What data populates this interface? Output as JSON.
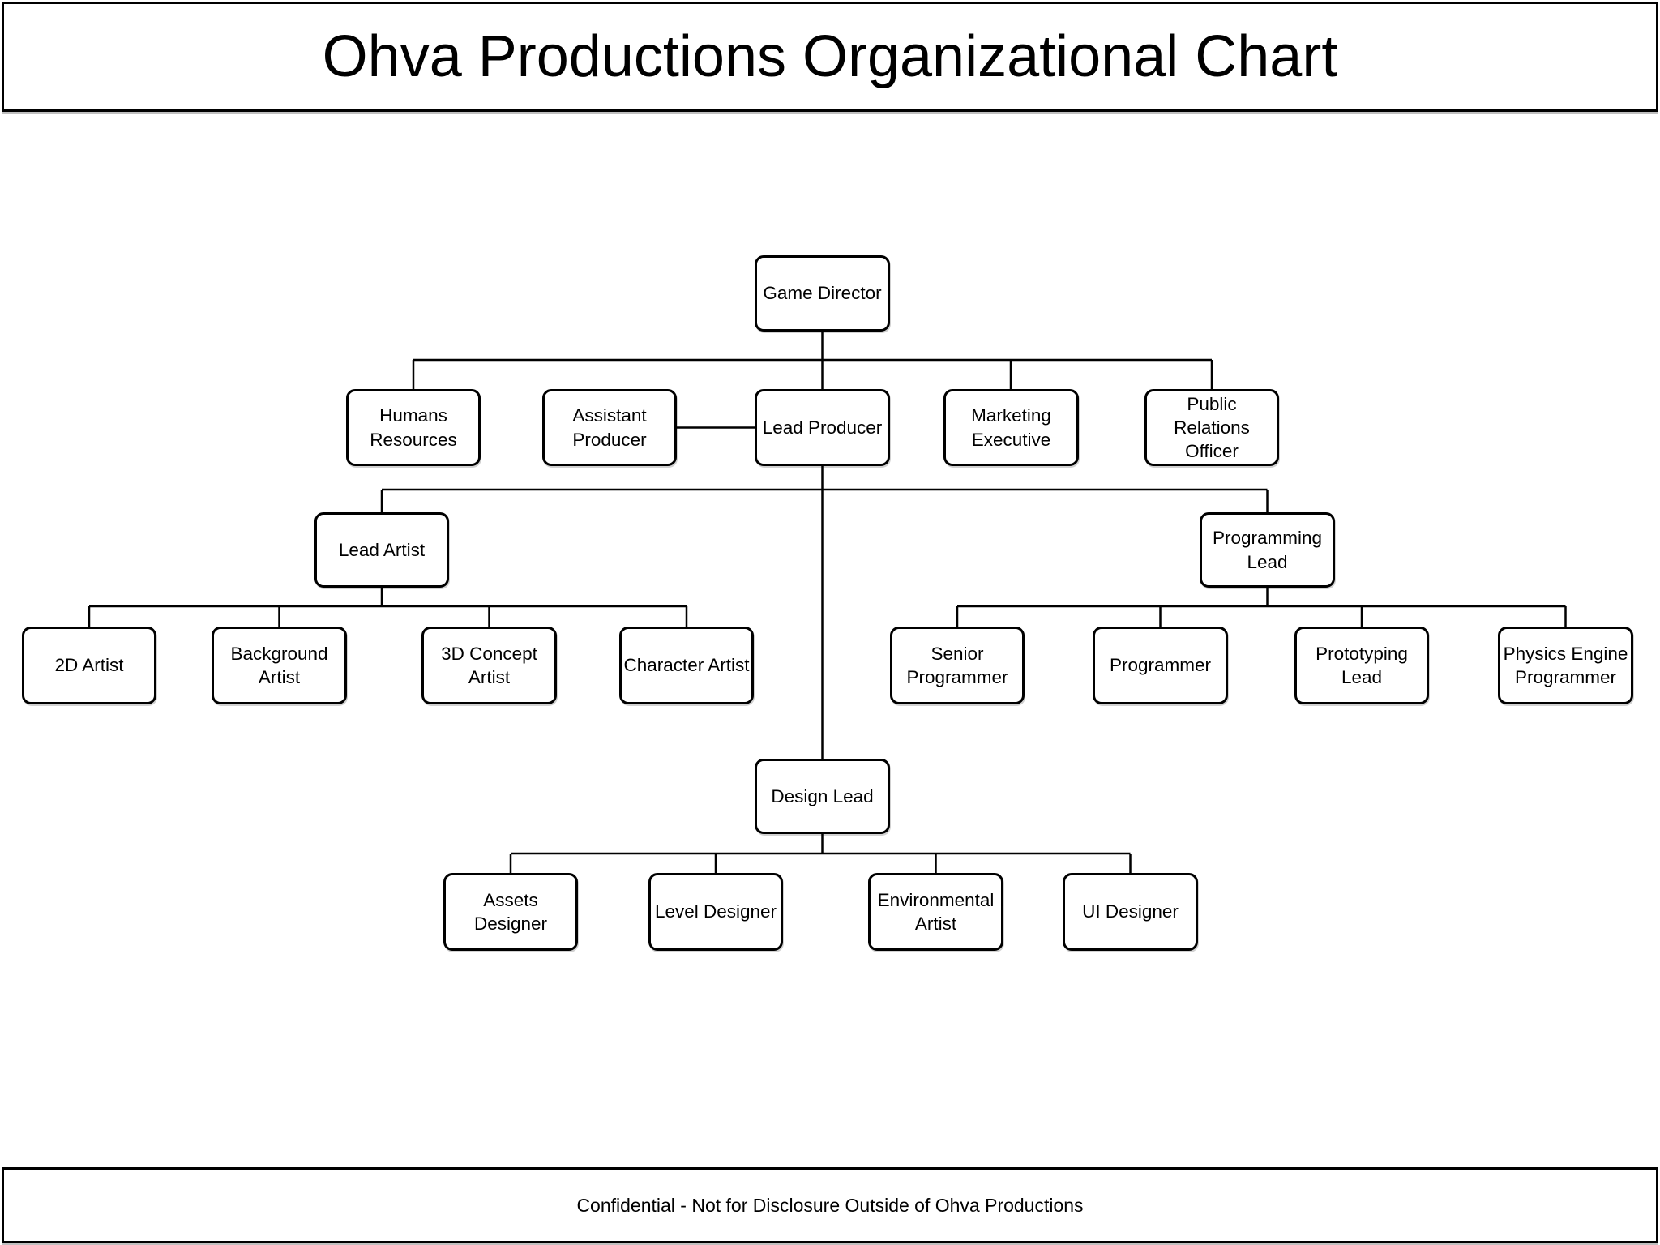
{
  "title": "Ohva Productions Organizational Chart",
  "footer": "Confidential - Not for Disclosure Outside of Ohva Productions",
  "colors": {
    "background": "#ffffff",
    "box_fill": "#ffffff",
    "box_border": "#000000",
    "connector_line": "#000000",
    "text": "#000000"
  },
  "nodes": {
    "game_director": {
      "label": "Game Director"
    },
    "humans_resources": {
      "label": "Humans Resources"
    },
    "assistant_producer": {
      "label": "Assistant Producer"
    },
    "lead_producer": {
      "label": "Lead Producer"
    },
    "marketing_executive": {
      "label": "Marketing Executive"
    },
    "public_relations_officer": {
      "label": "Public Relations Officer"
    },
    "lead_artist": {
      "label": "Lead Artist"
    },
    "programming_lead": {
      "label": "Programming Lead"
    },
    "artist_2d": {
      "label": "2D Artist"
    },
    "background_artist": {
      "label": "Background Artist"
    },
    "concept_artist_3d": {
      "label": "3D Concept Artist"
    },
    "character_artist": {
      "label": "Character Artist"
    },
    "senior_programmer": {
      "label": "Senior Programmer"
    },
    "programmer": {
      "label": "Programmer"
    },
    "prototyping_lead": {
      "label": "Prototyping Lead"
    },
    "physics_engine_programmer": {
      "label": "Physics Engine Programmer"
    },
    "design_lead": {
      "label": "Design Lead"
    },
    "assets_designer": {
      "label": "Assets Designer"
    },
    "level_designer": {
      "label": "Level Designer"
    },
    "environmental_artist": {
      "label": "Environmental Artist"
    },
    "ui_designer": {
      "label": "UI Designer"
    }
  },
  "hierarchy": {
    "game_director": [
      "humans_resources",
      "lead_producer",
      "marketing_executive",
      "public_relations_officer"
    ],
    "lead_producer": [
      "lead_artist",
      "programming_lead",
      "design_lead"
    ],
    "lead_artist": [
      "artist_2d",
      "background_artist",
      "concept_artist_3d",
      "character_artist"
    ],
    "programming_lead": [
      "senior_programmer",
      "programmer",
      "prototyping_lead",
      "physics_engine_programmer"
    ],
    "design_lead": [
      "assets_designer",
      "level_designer",
      "environmental_artist",
      "ui_designer"
    ]
  },
  "lateral_links": [
    [
      "assistant_producer",
      "lead_producer"
    ]
  ]
}
